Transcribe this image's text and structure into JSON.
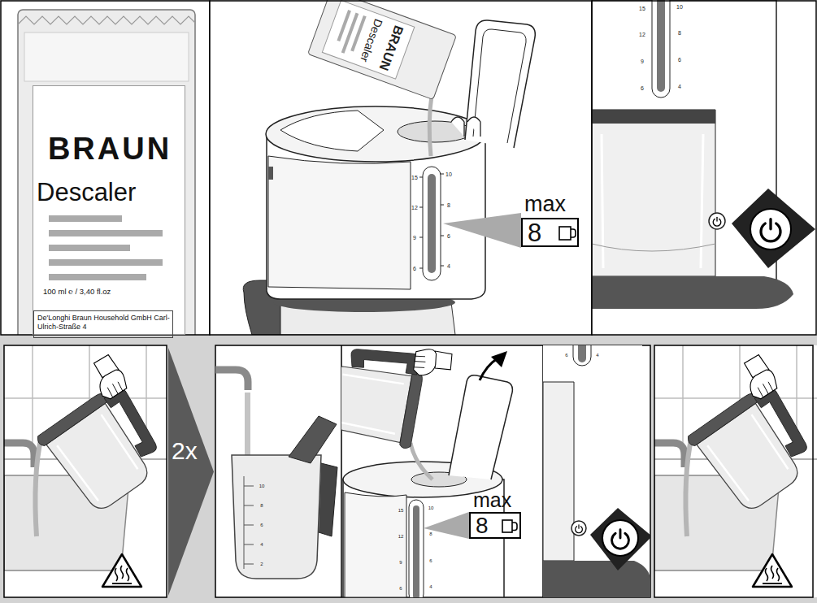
{
  "diagram": {
    "nodes": [
      {
        "text": [
          "BRAUN",
          "Descaler",
          "100 ml ℮ / 3,40 fl.oz"
        ]
      },
      {
        "text": [
          "De'Longhi Braun Household GmbH Carl-Ulrich-Straße 4"
        ],
        "in": 0
      },
      {
        "text": [
          "max",
          "8"
        ]
      },
      {
        "text": [
          "2x"
        ]
      },
      {
        "text": [
          "max",
          "8"
        ]
      }
    ],
    "labels": [
      "BRAUN",
      "Descaler",
      "15",
      "12",
      "9",
      "6",
      "10",
      "8",
      "6",
      "4",
      "15",
      "12",
      "9",
      "6",
      "10",
      "8",
      "6",
      "4",
      "10",
      "8",
      "6",
      "4",
      "2",
      "15",
      "12",
      "9",
      "6",
      "10",
      "8",
      "6",
      "4",
      "6",
      "4"
    ]
  }
}
